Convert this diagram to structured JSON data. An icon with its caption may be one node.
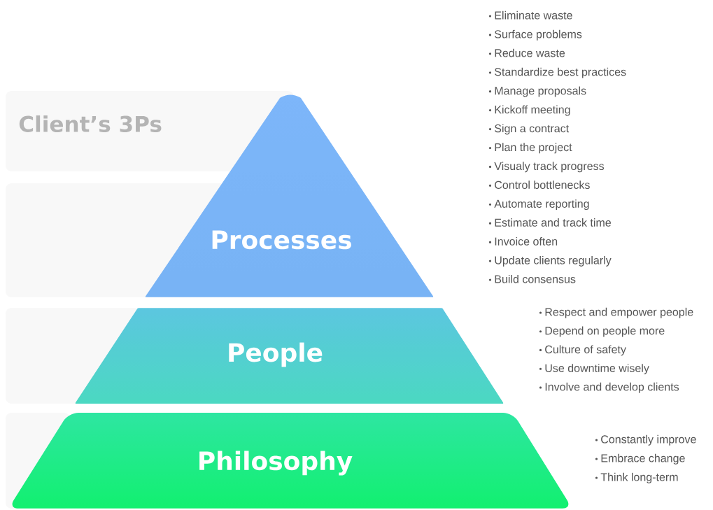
{
  "diagram": {
    "nodes": [
      {
        "text": [
          "Processes"
        ],
        "beside": [
          "Eliminate waste",
          "Surface problems",
          "Reduce waste",
          "Standardize best practices",
          "Manage proposals",
          "Kickoff meeting",
          "Sign a contract",
          "Plan the project",
          "Visualy track progress",
          "Control bottlenecks",
          "Automate reporting",
          "Estimate and track time",
          "Invoice often",
          "Update clients regularly",
          "Build consensus"
        ]
      },
      {
        "text": [
          "People"
        ],
        "beside": [
          "Respect and empower people",
          "Depend on people more",
          "Culture of safety",
          "Use downtime wisely",
          "Involve and develop clients"
        ]
      },
      {
        "text": [
          "Philosophy"
        ],
        "beside": [
          "Constantly improve",
          "Embrace change",
          "Think long-term"
        ]
      }
    ],
    "labels": [
      "Client’s 3Ps"
    ]
  }
}
